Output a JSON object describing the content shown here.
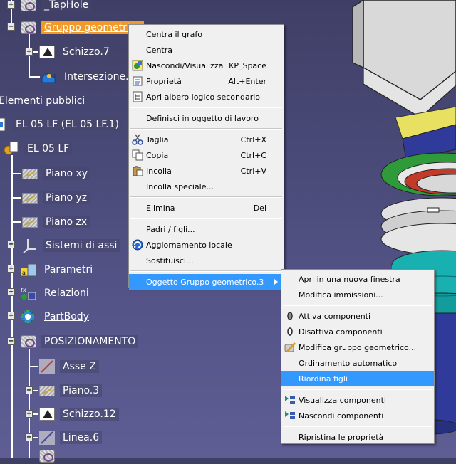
{
  "tree": {
    "tap_hole": "_TapHole",
    "gruppo_geometrico": "Gruppo geometrico",
    "schizzo7": "Schizzo.7",
    "intersezione": "Intersezione.1",
    "elementi_pubblici": "Elementi pubblici",
    "el05lf_full": "EL 05 LF (EL 05 LF.1)",
    "el05lf": "EL 05 LF",
    "piano_xy": "Piano xy",
    "piano_yz": "Piano yz",
    "piano_zx": "Piano zx",
    "sistemi_assi": "Sistemi di assi",
    "parametri": "Parametri",
    "relazioni": "Relazioni",
    "partbody": "PartBody",
    "posizionamento": "POSIZIONAMENTO",
    "asse_z": "Asse Z",
    "piano3": "Piano.3",
    "schizzo12": "Schizzo.12",
    "linea6": "Linea.6"
  },
  "context_menu": {
    "centra_grafo": "Centra il grafo",
    "centra": "Centra",
    "nascondi": "Nascondi/Visualizza",
    "nascondi_sc": "KP_Space",
    "proprieta": "Proprietà",
    "proprieta_sc": "Alt+Enter",
    "apri_albero": "Apri albero logico secondario",
    "definisci": "Definisci in oggetto di lavoro",
    "taglia": "Taglia",
    "taglia_sc": "Ctrl+X",
    "copia": "Copia",
    "copia_sc": "Ctrl+C",
    "incolla": "Incolla",
    "incolla_sc": "Ctrl+V",
    "incolla_speciale": "Incolla speciale...",
    "elimina": "Elimina",
    "elimina_sc": "Del",
    "padri_figli": "Padri / figli...",
    "aggiornamento": "Aggiornamento locale",
    "sostituisci": "Sostituisci...",
    "oggetto": "Oggetto Gruppo geometrico.3"
  },
  "submenu": {
    "apri_finestra": "Apri in una nuova finestra",
    "modifica_immissioni": "Modifica immissioni...",
    "attiva": "Attiva componenti",
    "disattiva": "Disattiva componenti",
    "modifica_gruppo": "Modifica gruppo geometrico...",
    "ordinamento": "Ordinamento automatico",
    "riordina": "Riordina figli",
    "visualizza": "Visualizza componenti",
    "nascondi": "Nascondi componenti",
    "ripristina": "Ripristina le proprietà"
  },
  "colors": {
    "selection_orange": "#f19a2c",
    "menu_highlight": "#3399ff"
  }
}
